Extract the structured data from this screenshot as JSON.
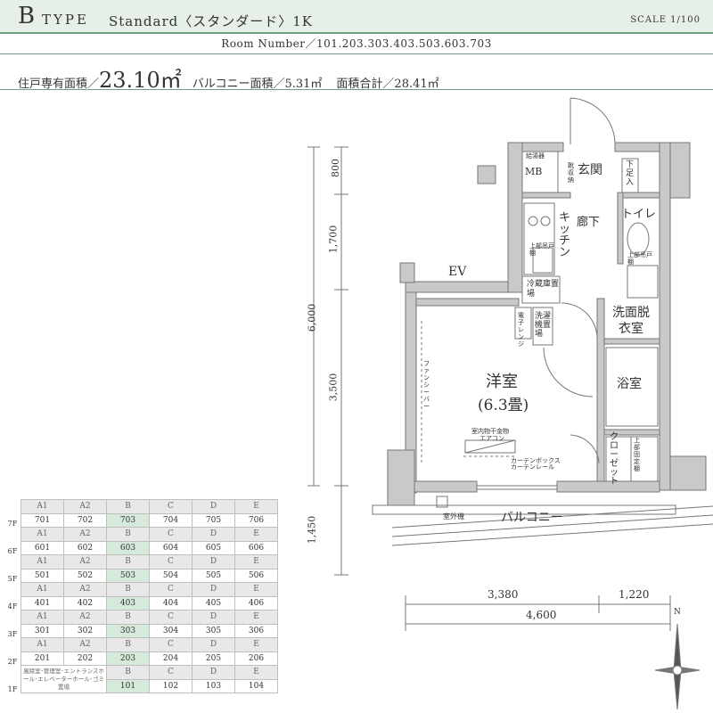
{
  "header": {
    "type_letter": "B",
    "type_word": "TYPE",
    "title": "Standard〈スタンダード〉1K",
    "scale": "SCALE 1/100"
  },
  "room_numbers": "Room Number／101.203.303.403.503.603.703",
  "area": {
    "label": "住戸専有面積／",
    "value": "23.10㎡",
    "balcony": "バルコニー面積／5.31㎡",
    "total": "面積合計／28.41㎡"
  },
  "plan_labels": {
    "ev": "EV",
    "mb": "MB",
    "meter": "給湯器",
    "genkan": "玄関",
    "shoes": "下足入",
    "kutsu": "靴収納",
    "roka": "廊下",
    "kitchen": "キッチン",
    "toilet": "トイレ",
    "upper_shelf": "上部吊戸棚",
    "upper_shelf2": "上部吊戸棚",
    "fridge": "冷蔵庫置場",
    "micro": "電子レンジ",
    "washer": "洗濯機置場",
    "senmen": "洗面脱衣室",
    "yoshitsu": "洋室",
    "tatami": "(6.3畳)",
    "fan": "ファンシーバー",
    "yokushitsu": "浴室",
    "closet": "クローゼット",
    "upper_closet": "上部固定棚",
    "drying": "室内物干金物",
    "aircon": "エアコン",
    "curtain1": "カーテンボックス",
    "curtain2": "カーテンレール",
    "outdoor": "室外機",
    "balcony": "バルコニー",
    "north": "N"
  },
  "dimensions": {
    "left": [
      "800",
      "1,700",
      "6,000",
      "3,500",
      "1,450"
    ],
    "bottom": [
      "3,380",
      "1,220",
      "4,600"
    ]
  },
  "floor_table": {
    "floors": [
      {
        "label": "7F",
        "cols": [
          "A1",
          "A2",
          "B",
          "C",
          "D",
          "E"
        ],
        "units": [
          "701",
          "702",
          "703",
          "704",
          "705",
          "706"
        ]
      },
      {
        "label": "6F",
        "cols": [
          "A1",
          "A2",
          "B",
          "C",
          "D",
          "E"
        ],
        "units": [
          "601",
          "602",
          "603",
          "604",
          "605",
          "606"
        ]
      },
      {
        "label": "5F",
        "cols": [
          "A1",
          "A2",
          "B",
          "C",
          "D",
          "E"
        ],
        "units": [
          "501",
          "502",
          "503",
          "504",
          "505",
          "506"
        ]
      },
      {
        "label": "4F",
        "cols": [
          "A1",
          "A2",
          "B",
          "C",
          "D",
          "E"
        ],
        "units": [
          "401",
          "402",
          "403",
          "404",
          "405",
          "406"
        ]
      },
      {
        "label": "3F",
        "cols": [
          "A1",
          "A2",
          "B",
          "C",
          "D",
          "E"
        ],
        "units": [
          "301",
          "302",
          "303",
          "304",
          "305",
          "306"
        ]
      },
      {
        "label": "2F",
        "cols": [
          "A1",
          "A2",
          "B",
          "C",
          "D",
          "E"
        ],
        "units": [
          "201",
          "202",
          "203",
          "204",
          "205",
          "206"
        ]
      }
    ],
    "ground": {
      "label": "1F",
      "common": "風除室･管理室･エントランスホール･エレベーターホール･ゴミ置場",
      "cols": [
        "B",
        "C",
        "D",
        "E"
      ],
      "units": [
        "101",
        "102",
        "103",
        "104"
      ]
    },
    "highlight_col": "B"
  }
}
